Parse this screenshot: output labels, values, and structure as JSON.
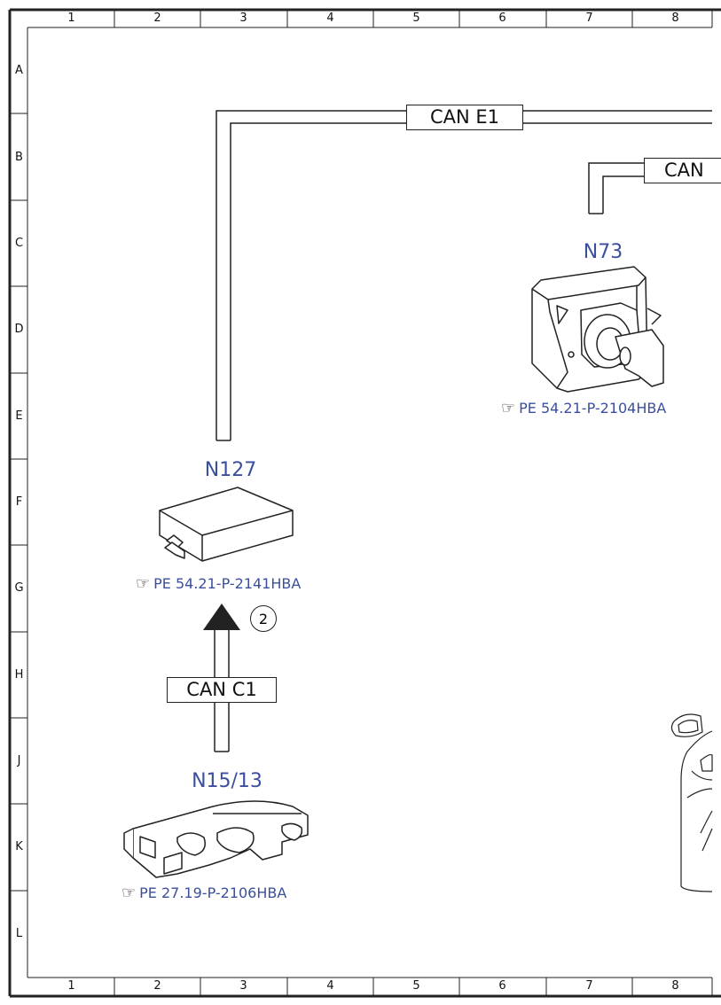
{
  "grid": {
    "columns": [
      "1",
      "2",
      "3",
      "4",
      "5",
      "6",
      "7",
      "8"
    ],
    "rows": [
      "A",
      "B",
      "C",
      "D",
      "E",
      "F",
      "G",
      "H",
      "J",
      "K",
      "L"
    ]
  },
  "buses": {
    "can_e1": "CAN E1",
    "can_top_right": "CAN",
    "can_c1": "CAN C1"
  },
  "components": {
    "n73": {
      "label": "N73",
      "ref": "PE 54.21-P-2104HBA"
    },
    "n127": {
      "label": "N127",
      "ref": "PE 54.21-P-2141HBA"
    },
    "n15_13": {
      "label": "N15/13",
      "ref": "PE 27.19-P-2106HBA"
    }
  },
  "marker": {
    "number": "2"
  },
  "icons": {
    "reference": "pointing-hand-icon",
    "flow": "arrow-up-icon"
  }
}
